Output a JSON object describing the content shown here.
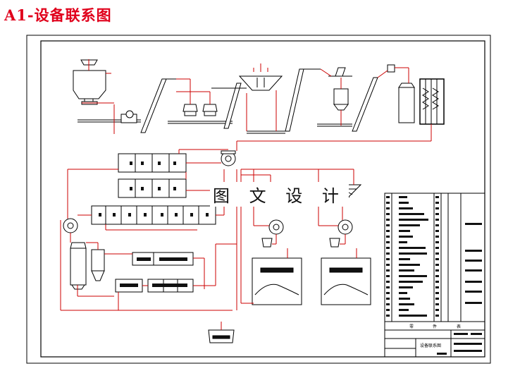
{
  "document": {
    "title": "A1-设备联系图",
    "watermark": "图 文 设 计"
  },
  "title_block": {
    "list_caption": [
      "零",
      "件",
      "表"
    ],
    "drawing_name": "设备联系图"
  },
  "colors": {
    "title_red": "#e0001b",
    "flow_line": "#cc0000",
    "outline": "#000000"
  }
}
